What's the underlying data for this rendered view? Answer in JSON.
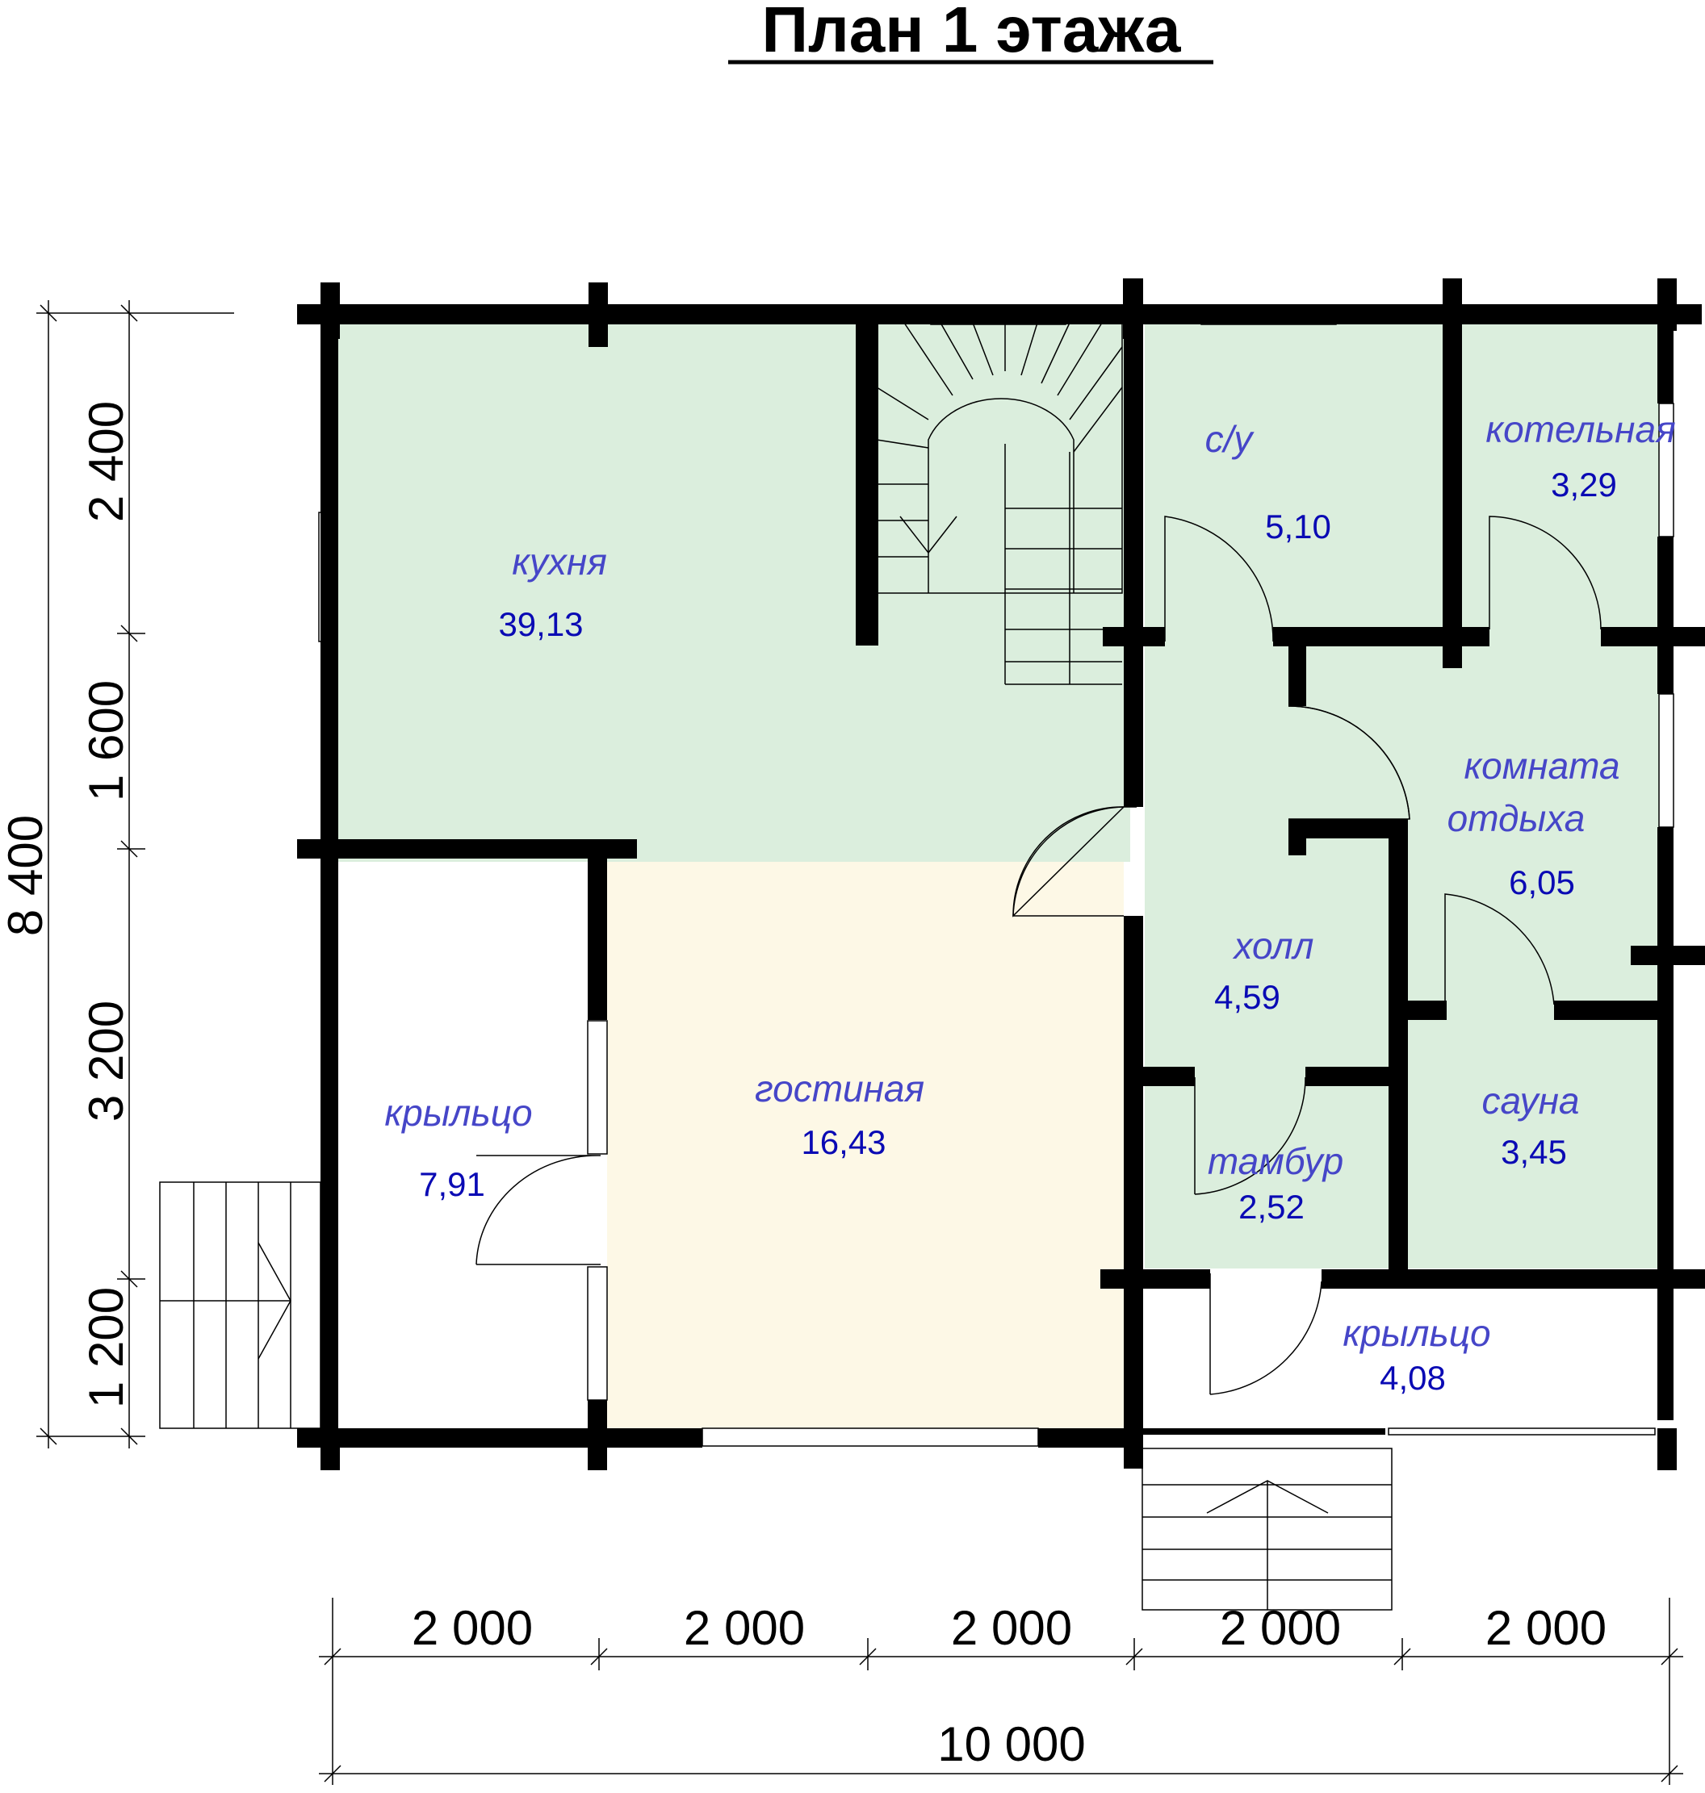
{
  "title": "План 1 этажа",
  "colors": {
    "wall": "#000000",
    "green_fill": "#dbeedd",
    "yellow_fill": "#fdf8e6",
    "label_name": "#4646c8",
    "label_area": "#0a0ab4",
    "dimension": "#000000"
  },
  "rooms": {
    "kitchen": {
      "name": "кухня",
      "area": "39,13"
    },
    "stair": {
      "name": "",
      "area": ""
    },
    "wc": {
      "name": "с/у",
      "area": "5,10"
    },
    "boiler": {
      "name": "котельная",
      "area": "3,29"
    },
    "rest": {
      "name_line1": "комната",
      "name_line2": "отдыха",
      "area": "6,05"
    },
    "hall": {
      "name": "холл",
      "area": "4,59"
    },
    "sauna": {
      "name": "сауна",
      "area": "3,45"
    },
    "tambour": {
      "name": "тамбур",
      "area": "2,52"
    },
    "living": {
      "name": "гостиная",
      "area": "16,43"
    },
    "porch_left": {
      "name": "крыльцо",
      "area": "7,91"
    },
    "porch_right": {
      "name": "крыльцо",
      "area": "4,08"
    }
  },
  "dimensions": {
    "horizontal": [
      "2 000",
      "2 000",
      "2 000",
      "2 000",
      "2 000"
    ],
    "horizontal_total": "10 000",
    "vertical": [
      "2 400",
      "1 600",
      "3 200",
      "1 200"
    ],
    "vertical_total": "8 400"
  }
}
